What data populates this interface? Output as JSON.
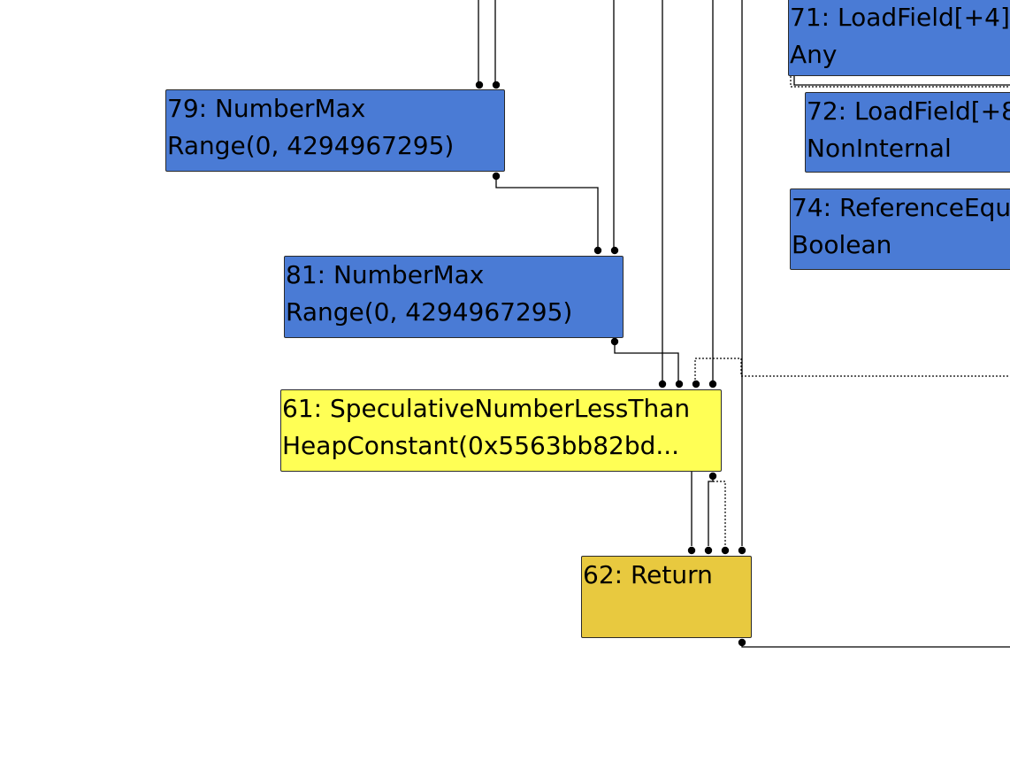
{
  "nodes": {
    "n71": {
      "line1": "71: LoadField[+4]",
      "line2": "Any"
    },
    "n72": {
      "line1": "72: LoadField[+8",
      "line2": "NonInternal"
    },
    "n74": {
      "line1": "74: ReferenceEqu",
      "line2": "Boolean"
    },
    "n79": {
      "line1": "79: NumberMax",
      "line2": "Range(0, 4294967295)"
    },
    "n81": {
      "line1": "81: NumberMax",
      "line2": "Range(0, 4294967295)"
    },
    "n61": {
      "line1": "61: SpeculativeNumberLessThan",
      "line2": "HeapConstant(0x5563bb82bd..."
    },
    "n62": {
      "line1": "62: Return",
      "line2": ""
    }
  },
  "colors": {
    "value_node": "#4a7bd5",
    "selected_node": "#ffff55",
    "control_node": "#e8c93f",
    "edge": "#000000"
  }
}
